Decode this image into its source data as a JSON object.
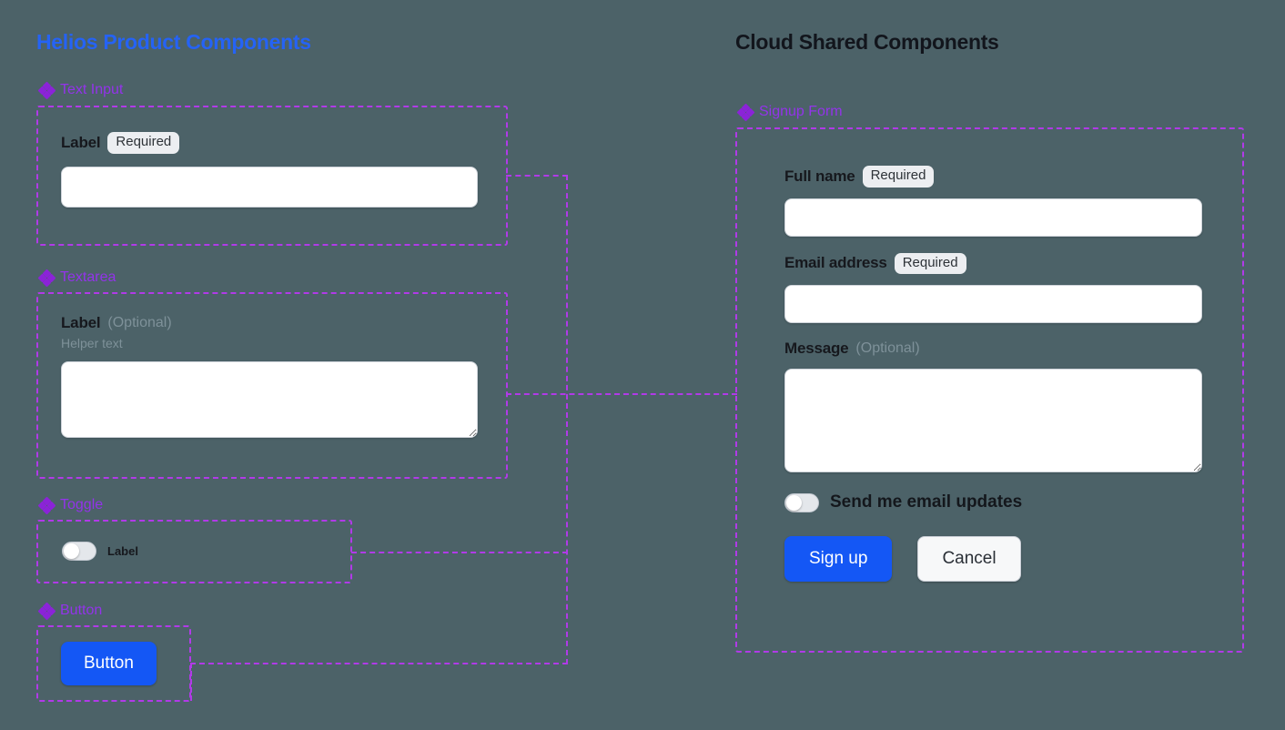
{
  "theme": {
    "background": "#4c6268",
    "accent_blue": "#2563f5",
    "accent_purple": "#9333ea",
    "frame_dash": "#b13ae8",
    "dark_text": "#16181d",
    "muted_text": "#7e9199"
  },
  "left_panel": {
    "title": "Helios Product Components",
    "sections": [
      {
        "icon": "diamond-icon",
        "label": "Text Input",
        "field": {
          "label": "Label",
          "badge": "Required",
          "input_value": "",
          "placeholder": ""
        }
      },
      {
        "icon": "diamond-icon",
        "label": "Textarea",
        "field": {
          "label": "Label",
          "optional": "(Optional)",
          "helper": "Helper text",
          "input_value": "",
          "placeholder": ""
        }
      },
      {
        "icon": "diamond-icon",
        "label": "Toggle",
        "field": {
          "label": "Label",
          "state": "off"
        }
      },
      {
        "icon": "diamond-icon",
        "label": "Button",
        "field": {
          "label": "Button"
        }
      }
    ]
  },
  "right_panel": {
    "title": "Cloud Shared Components",
    "sections": [
      {
        "icon": "diamond-icon",
        "label": "Signup Form"
      }
    ],
    "signup_form": {
      "fields": [
        {
          "label": "Full name",
          "badge": "Required",
          "value": "",
          "placeholder": ""
        },
        {
          "label": "Email address",
          "badge": "Required",
          "value": "",
          "placeholder": ""
        },
        {
          "label": "Message",
          "optional": "(Optional)",
          "value": "",
          "placeholder": ""
        }
      ],
      "toggle": {
        "label": "Send me email updates",
        "state": "off"
      },
      "actions": {
        "submit": "Sign up",
        "cancel": "Cancel"
      }
    }
  }
}
